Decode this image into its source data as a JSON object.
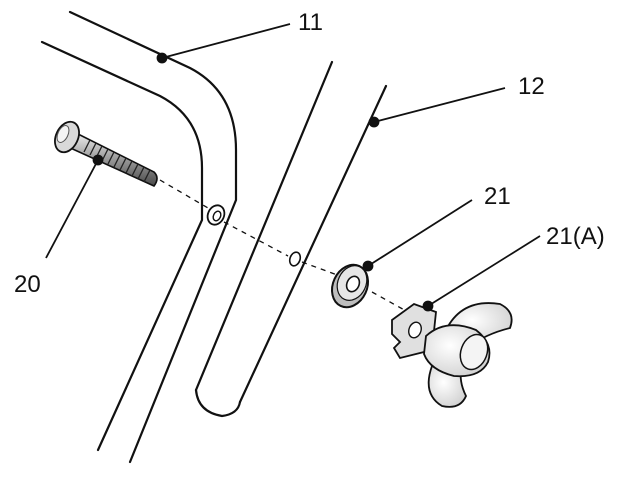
{
  "callouts": {
    "c11": "11",
    "c12": "12",
    "c20": "20",
    "c21": "21",
    "c21a": "21(A)"
  },
  "colors": {
    "line": "#111111",
    "background": "#ffffff",
    "metal_light": "#e8e8e8",
    "metal_mid": "#bdbdbd",
    "metal_dark": "#6a6a6a"
  }
}
